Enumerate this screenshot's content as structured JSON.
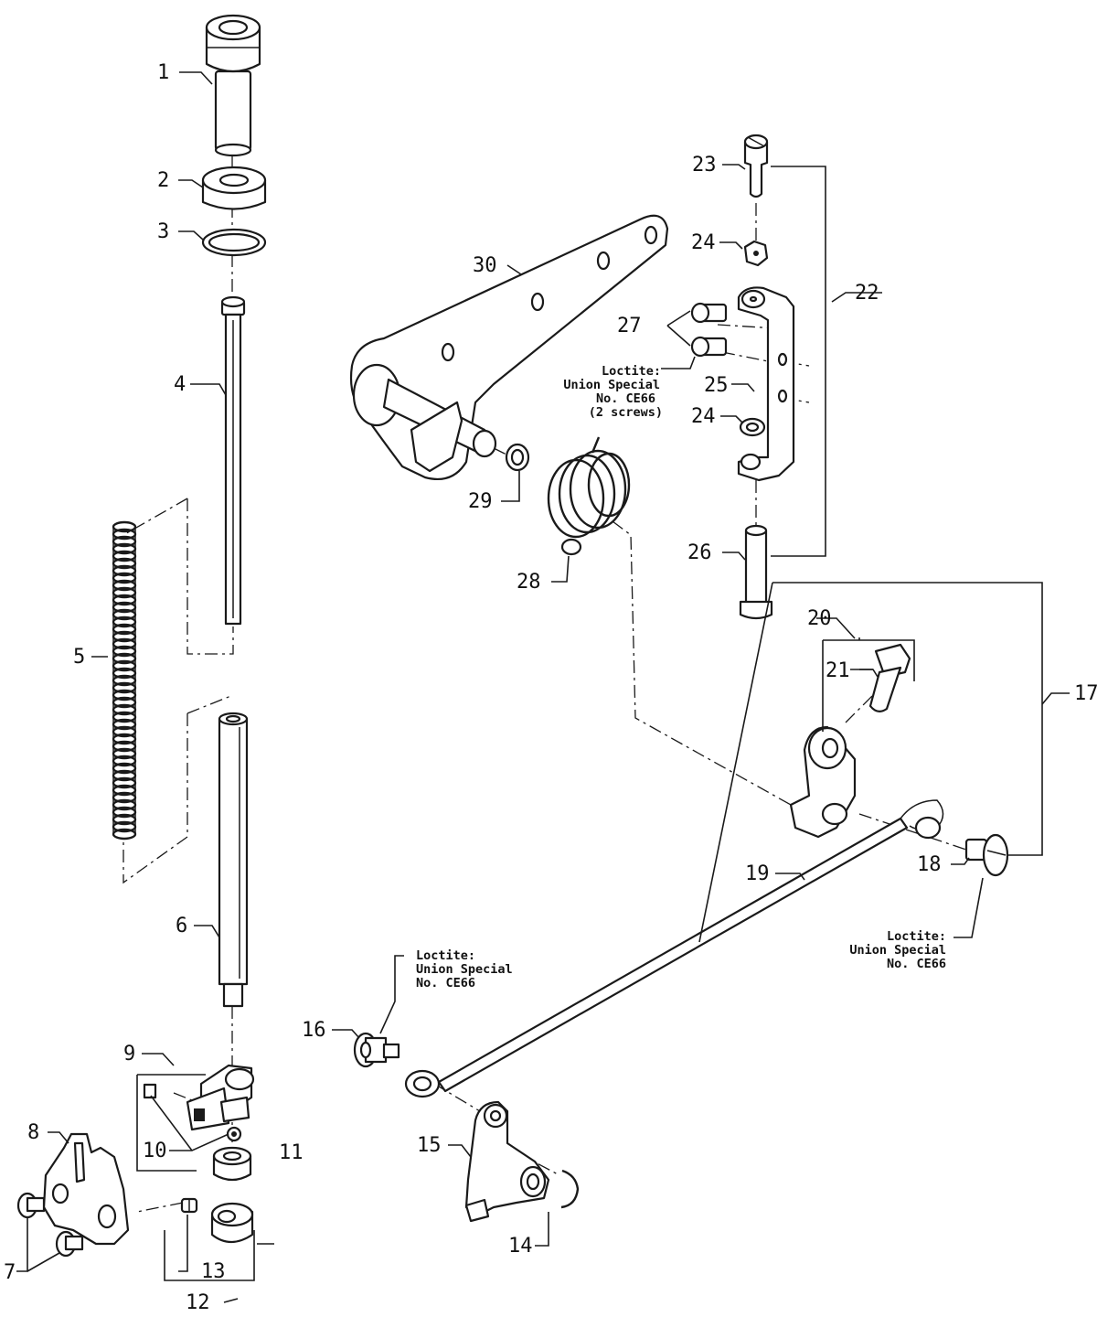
{
  "labels": {
    "n1": "1",
    "n2": "2",
    "n3": "3",
    "n4": "4",
    "n5": "5",
    "n6": "6",
    "n7": "7",
    "n8": "8",
    "n9": "9",
    "n10": "10",
    "n11": "11",
    "n12": "12",
    "n13": "13",
    "n14": "14",
    "n15": "15",
    "n16": "16",
    "n17": "17",
    "n18": "18",
    "n19": "19",
    "n20": "20",
    "n21": "21",
    "n22": "22",
    "n23": "23",
    "n24a": "24",
    "n24b": "24",
    "n25": "25",
    "n26": "26",
    "n27": "27",
    "n28": "28",
    "n29": "29",
    "n30": "30"
  },
  "notes": {
    "upper": [
      "Loctite:",
      "Union Special",
      "No. CE66",
      "(2 screws)"
    ],
    "right": [
      "Loctite:",
      "Union Special",
      "No. CE66"
    ],
    "lower": [
      "Loctite:",
      "Union Special",
      "No. CE66"
    ]
  }
}
